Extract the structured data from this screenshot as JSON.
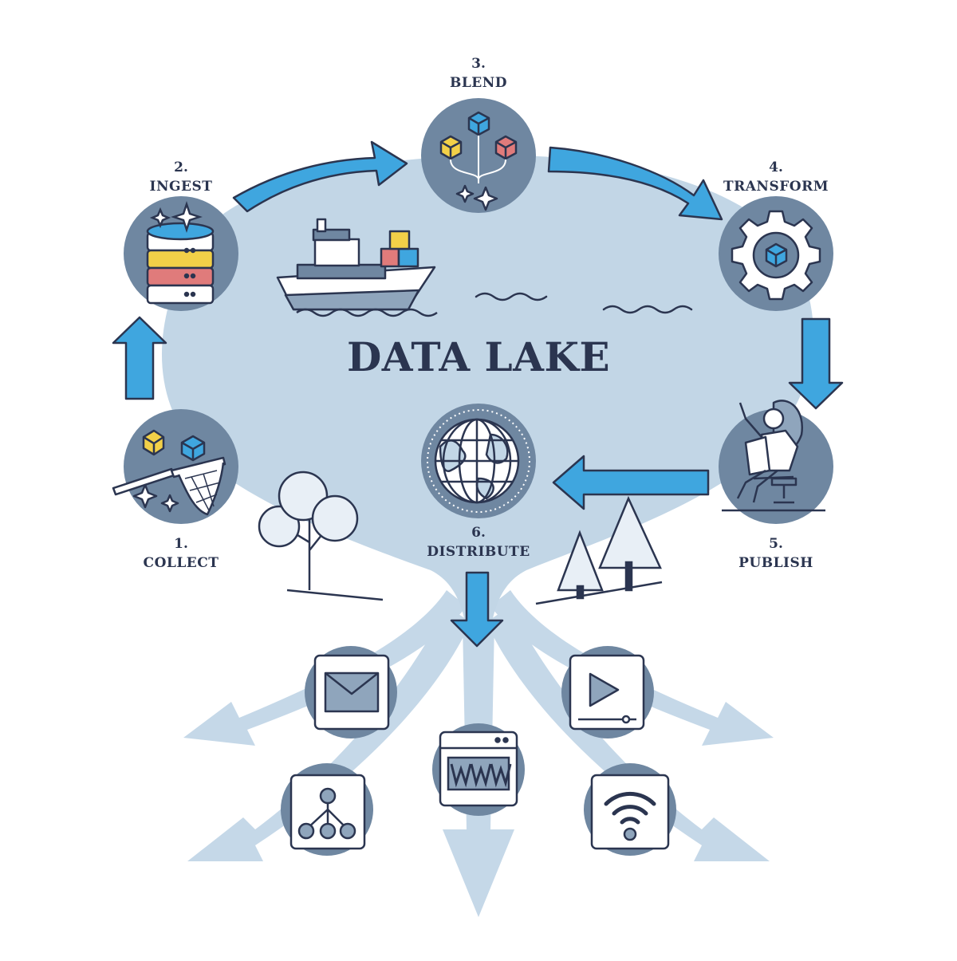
{
  "diagram": {
    "title": "DATA LAKE",
    "steps": [
      {
        "number": "1.",
        "name": "COLLECT",
        "icon": "butterfly-net-icon"
      },
      {
        "number": "2.",
        "name": "INGEST",
        "icon": "database-icon"
      },
      {
        "number": "3.",
        "name": "BLEND",
        "icon": "merge-cubes-icon"
      },
      {
        "number": "4.",
        "name": "TRANSFORM",
        "icon": "gear-icon"
      },
      {
        "number": "5.",
        "name": "PUBLISH",
        "icon": "person-laptop-icon"
      },
      {
        "number": "6.",
        "name": "DISTRIBUTE",
        "icon": "globe-icon"
      }
    ],
    "outputs": [
      {
        "icon": "envelope-icon"
      },
      {
        "icon": "play-video-icon"
      },
      {
        "icon": "www-browser-icon"
      },
      {
        "icon": "network-hierarchy-icon"
      },
      {
        "icon": "wifi-icon"
      }
    ],
    "colors": {
      "lake": "#c2d6e6",
      "circle": "#6f87a1",
      "arrow": "#3fa6df",
      "outline": "#2b3550",
      "stream": "#c2d6e6"
    }
  }
}
